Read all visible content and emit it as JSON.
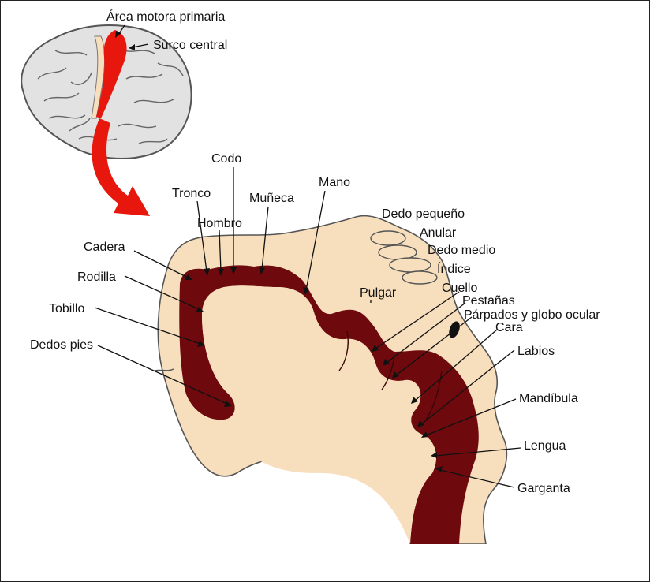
{
  "top_labels": {
    "primary_motor_area": "Área motora primaria",
    "central_sulcus": "Surco central"
  },
  "body_parts": {
    "codo": "Codo",
    "tronco": "Tronco",
    "muneca": "Muñeca",
    "mano": "Mano",
    "hombro": "Hombro",
    "dedo_pequeno": "Dedo pequeño",
    "anular": "Anular",
    "dedo_medio": "Dedo medio",
    "indice": "Índice",
    "cadera": "Cadera",
    "rodilla": "Rodilla",
    "pulgar": "Pulgar",
    "cuello": "Cuello",
    "pestanas": "Pestañas",
    "parpados": "Párpados y globo ocular",
    "cara": "Cara",
    "tobillo": "Tobillo",
    "labios": "Labios",
    "dedos_pies": "Dedos pies",
    "mandibula": "Mandíbula",
    "lengua": "Lengua",
    "garganta": "Garganta"
  },
  "colors": {
    "cortex": "#6e0a0e",
    "tissue": "#f7dfbd",
    "highlight": "#e8170e",
    "brain_fill": "#e2e2e2"
  }
}
